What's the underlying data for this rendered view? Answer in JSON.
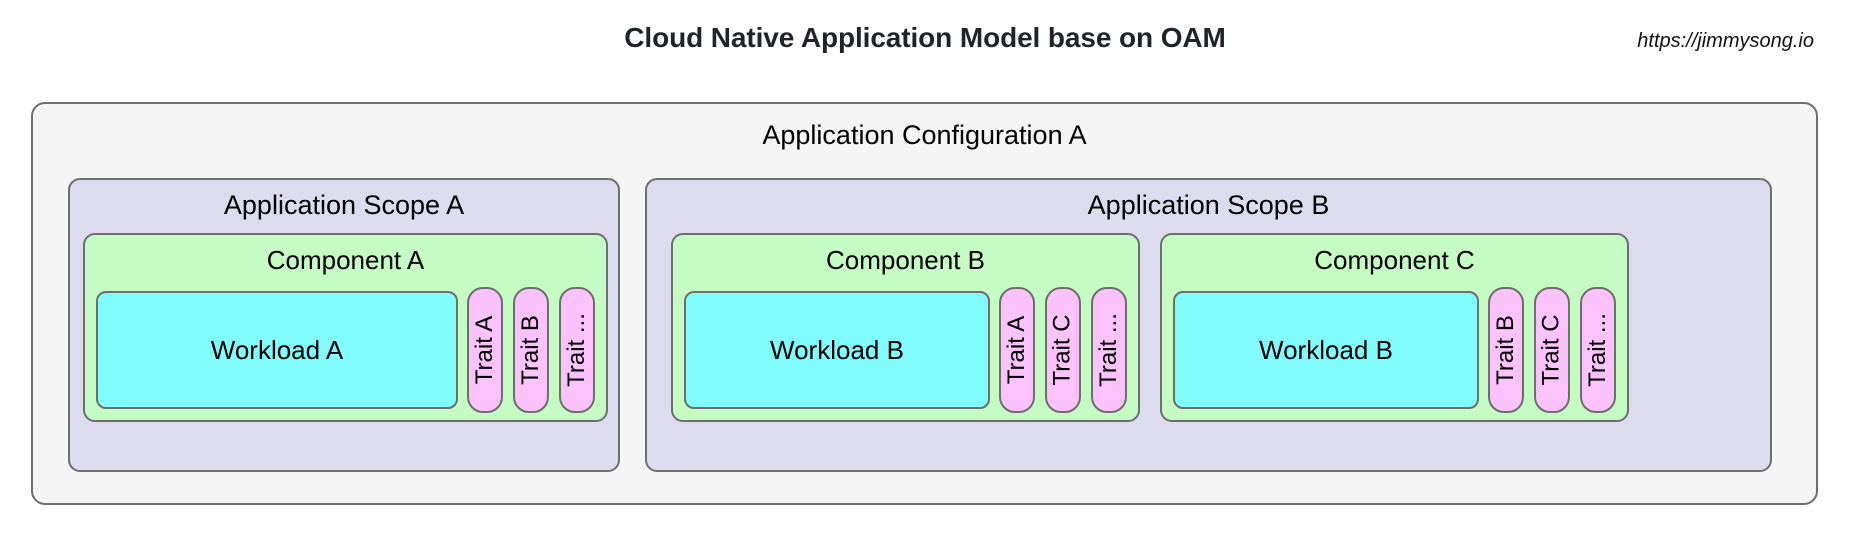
{
  "header": {
    "title": "Cloud Native Application Model base on OAM",
    "watermark": "https://jimmysong.io"
  },
  "colors": {
    "config_fill": "#f5f5f5",
    "scope_fill": "#dcdcee",
    "component_fill": "#c4fcc4",
    "workload_fill": "#80fcfc",
    "trait_fill": "#fcc2fc",
    "stroke": "#6e6e6e",
    "title_color": "#1f242b"
  },
  "config": {
    "title": "Application Configuration A",
    "scopes": [
      {
        "title": "Application Scope A",
        "components": [
          {
            "title": "Component A",
            "workload": "Workload A",
            "traits": [
              "Trait A",
              "Trait B",
              "Trait ..."
            ]
          }
        ]
      },
      {
        "title": "Application Scope B",
        "components": [
          {
            "title": "Component B",
            "workload": "Workload B",
            "traits": [
              "Trait A",
              "Trait C",
              "Trait ..."
            ]
          },
          {
            "title": "Component C",
            "workload": "Workload B",
            "traits": [
              "Trait B",
              "Trait C",
              "Trait ..."
            ]
          }
        ]
      }
    ]
  }
}
